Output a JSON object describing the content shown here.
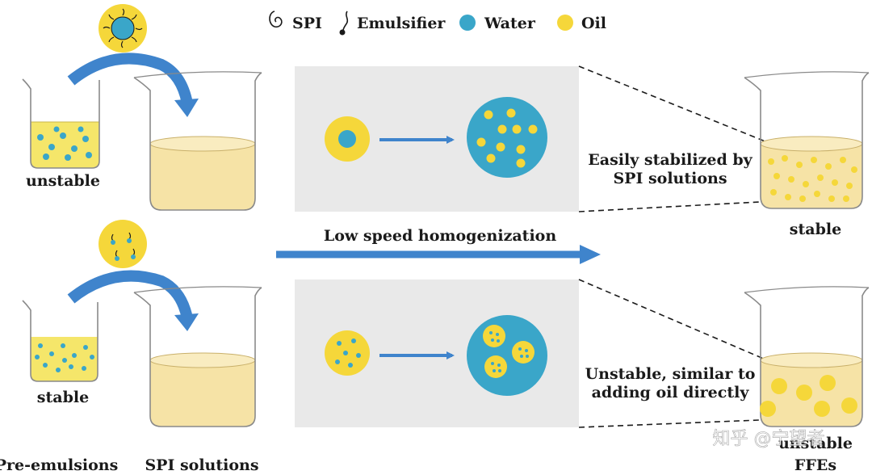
{
  "legend": {
    "spi": "SPI",
    "emulsifier": "Emulsifier",
    "water": "Water",
    "oil": "Oil"
  },
  "labels": {
    "unstable_top": "unstable",
    "stable_left": "stable",
    "pre_emulsions": "Pre-emulsions",
    "spi_solutions": "SPI solutions",
    "homogenization": "Low speed homogenization",
    "stable_right": "stable",
    "unstable_right": "unstable",
    "ffes": "FFEs",
    "desc_top_line1": "Easily stabilized by",
    "desc_top_line2": "SPI solutions",
    "desc_bottom_line1": "Unstable, similar to",
    "desc_bottom_line2": "adding oil directly"
  },
  "watermark": "知乎 @宁望者",
  "colors": {
    "water": "#3aa6c9",
    "oil": "#f5d73a",
    "arrow": "#3f84cc",
    "liquid": "#f6e3a6",
    "panel": "#e9e9e9"
  }
}
